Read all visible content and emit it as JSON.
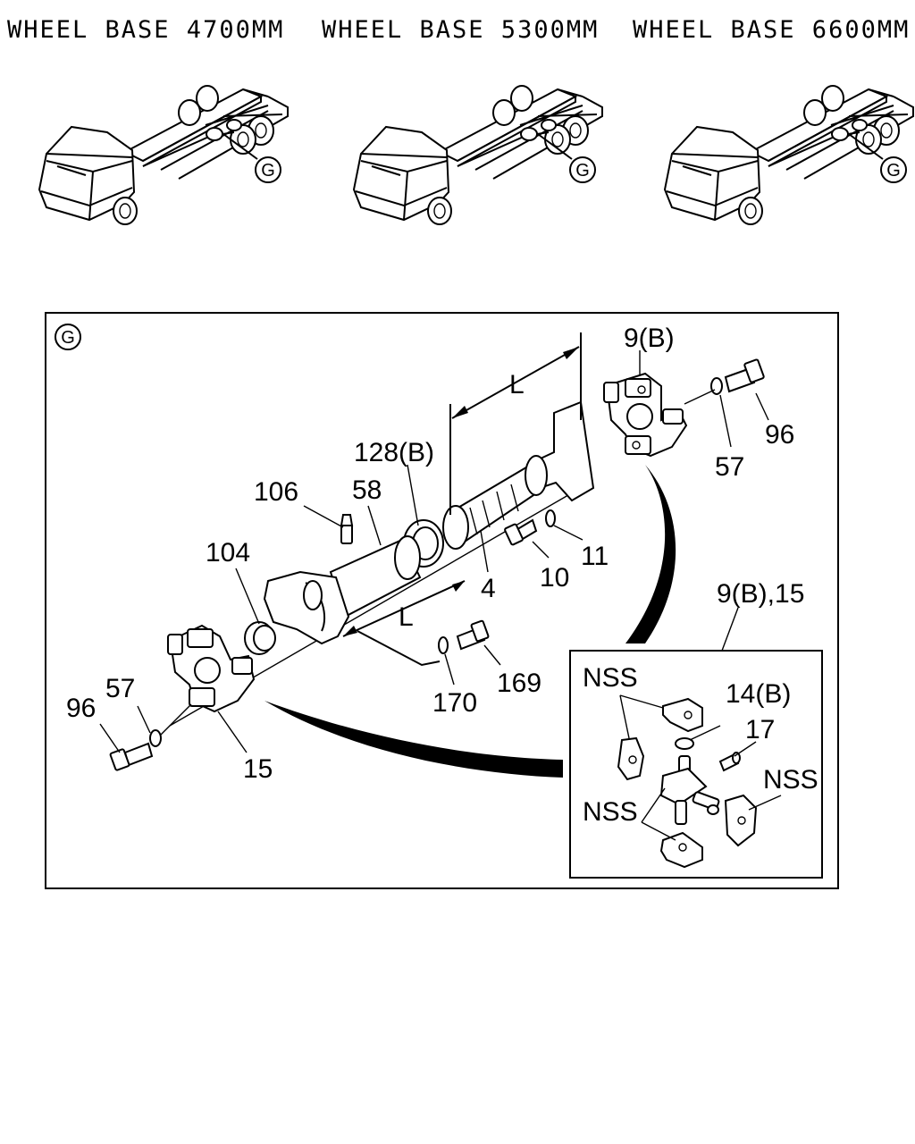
{
  "headers": [
    "WHEEL BASE 4700MM",
    "WHEEL BASE 5300MM",
    "WHEEL BASE 6600MM"
  ],
  "truck_callout": "G",
  "detail": {
    "callout": "G",
    "labels": {
      "p9b_top": "9(B)",
      "p96_right": "96",
      "p57_right": "57",
      "dim_l_top": "L",
      "p128b": "128(B)",
      "p106": "106",
      "p58": "58",
      "p104": "104",
      "p4": "4",
      "p10": "10",
      "p11": "11",
      "dim_l_bottom": "L",
      "p169": "169",
      "p170": "170",
      "p57_left": "57",
      "p96_left": "96",
      "p15": "15",
      "kit": "9(B),15"
    }
  },
  "inset": {
    "labels": {
      "nss_a": "NSS",
      "p14b": "14(B)",
      "p17": "17",
      "nss_b": "NSS",
      "nss_c": "NSS"
    }
  }
}
